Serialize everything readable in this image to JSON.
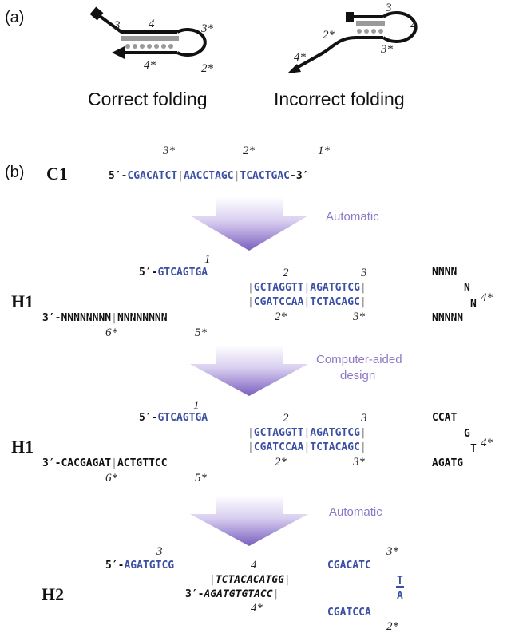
{
  "panel_a": {
    "label": "(a)",
    "correct": {
      "caption": "Correct folding",
      "d3": "3",
      "d4": "4",
      "d3s": "3*",
      "d4s": "4*",
      "d2s": "2*"
    },
    "incorrect": {
      "caption": "Incorrect folding",
      "d3": "3",
      "d4": "4",
      "d3s": "3*",
      "d2s": "2*",
      "d4s": "4*"
    }
  },
  "panel_b": {
    "label": "(b)",
    "c1": {
      "name": "C1",
      "l3s": "3*",
      "l2s": "2*",
      "l1s": "1*",
      "p5": "5′-",
      "s1": "CGACATCT",
      "s2": "AACCTAGC",
      "s3": "TCACTGAC",
      "p3": "-3′"
    },
    "arrow1": "Automatic",
    "h1a": {
      "name": "H1",
      "l1": "1",
      "l2": "2",
      "l3": "3",
      "l4s": "4*",
      "l6s": "6*",
      "l5s": "5*",
      "l2s": "2*",
      "l3s": "3*",
      "top5": "5′-",
      "top_seq": "GTCAGTGA",
      "mid_top_2": "GCTAGGTT",
      "mid_top_3": "AGATGTCG",
      "mid_bot_2": "CGATCCAA",
      "mid_bot_3": "TCTACAGC",
      "bot3": "3′-",
      "bot_6s": "NNNNNNNN",
      "bot_5s": "NNNNNNNN",
      "loop_top": "NNNN",
      "loop_n1": "N",
      "loop_n2": "N",
      "loop_bot": "NNNNN"
    },
    "arrow2": [
      "Computer-aided",
      "design"
    ],
    "h1b": {
      "name": "H1",
      "l1": "1",
      "l2": "2",
      "l3": "3",
      "l4s": "4*",
      "l6s": "6*",
      "l5s": "5*",
      "l2s": "2*",
      "l3s": "3*",
      "top5": "5′-",
      "top_seq": "GTCAGTGA",
      "mid_top_2": "GCTAGGTT",
      "mid_top_3": "AGATGTCG",
      "mid_bot_2": "CGATCCAA",
      "mid_bot_3": "TCTACAGC",
      "bot3": "3′-",
      "bot_6s": "CACGAGAT",
      "bot_5s": "ACTGTTCC",
      "loop_top": "CCAT",
      "loop_g": "G",
      "loop_t": "T",
      "loop_bot": "AGATG"
    },
    "arrow3": "Automatic",
    "h2": {
      "name": "H2",
      "l3": "3",
      "l4": "4",
      "l3s": "3*",
      "l4s": "4*",
      "l2s": "2*",
      "top5": "5′-",
      "top_seq": "AGATGTCG",
      "mid_top": "TCTACACATGG",
      "bot3": "3′-",
      "mid_bot": "AGATGTGTACC",
      "loop_top": "CGACATC",
      "loop_t": "T",
      "loop_a": "A",
      "loop_bot": "CGATCCA"
    }
  }
}
